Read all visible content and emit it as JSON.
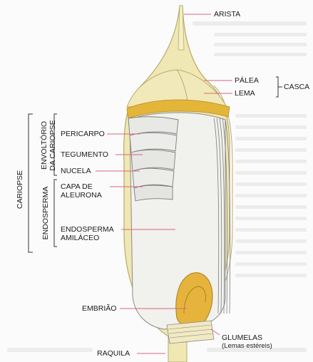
{
  "labels": {
    "arista": "ARISTA",
    "palea": "PÁLEA",
    "lema": "LEMA",
    "casca": "CASCA",
    "pericarpo": "PERICARPO",
    "tegumento": "TEGUMENTO",
    "nucela": "NUCELA",
    "capa_line1": "CAPA DE",
    "capa_line2": "ALEURONA",
    "endosperma_amil_line1": "ENDOSPERMA",
    "endosperma_amil_line2": "AMILÁCEO",
    "embriao": "EMBRIÃO",
    "glumelas_line1": "GLUMELAS",
    "glumelas_line2": "(Lemas estéreis)",
    "raquila": "RAQUILA",
    "cariopse": "CARIOPSE",
    "envoltorio_line1": "ENVOLTÓRIO",
    "envoltorio_line2": "DA CARIOPSE",
    "endosperma_group": "ENDOSPERMA"
  },
  "colors": {
    "hull": "#efe7b4",
    "hull_edge": "#b8ab6a",
    "aleurone_gold": "#e3b63a",
    "grain_body": "#f1f1ee",
    "grain_edge": "#8a8a8a",
    "embryo": "#e6b43c",
    "leader_line": "#d9667f",
    "bracket": "#333333"
  }
}
